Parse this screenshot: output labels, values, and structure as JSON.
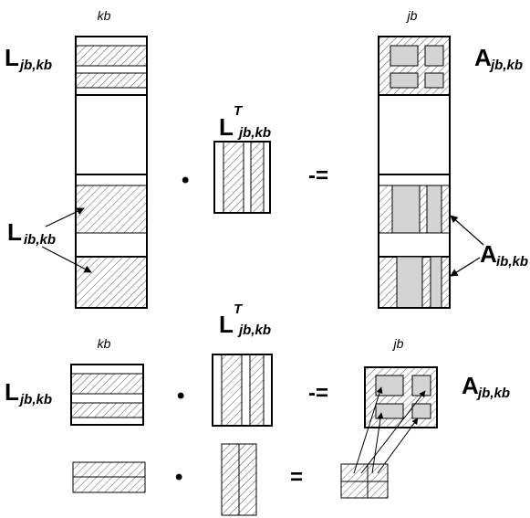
{
  "labels": {
    "top_col_kb": "kb",
    "top_col_jb": "jb",
    "bottom_col_kb": "kb",
    "bottom_col_jb": "jb",
    "L_letter": "L",
    "L_sub_jb_kb": "jb,kb",
    "L_sub_ib_kb": "ib,kb",
    "A_letter": "A",
    "A_sub_jb_kb": "jb,kb",
    "A_sub_ib_kb": "ib,kb",
    "T_sup": "T",
    "LT_sub": "jb,kb"
  },
  "operators": {
    "dot": "•",
    "minus_equals": "-=",
    "equals": "="
  },
  "colors": {
    "stroke": "#000000",
    "hatch": "#555555",
    "fill_gray": "#d4d4d4",
    "background": "#ffffff"
  }
}
